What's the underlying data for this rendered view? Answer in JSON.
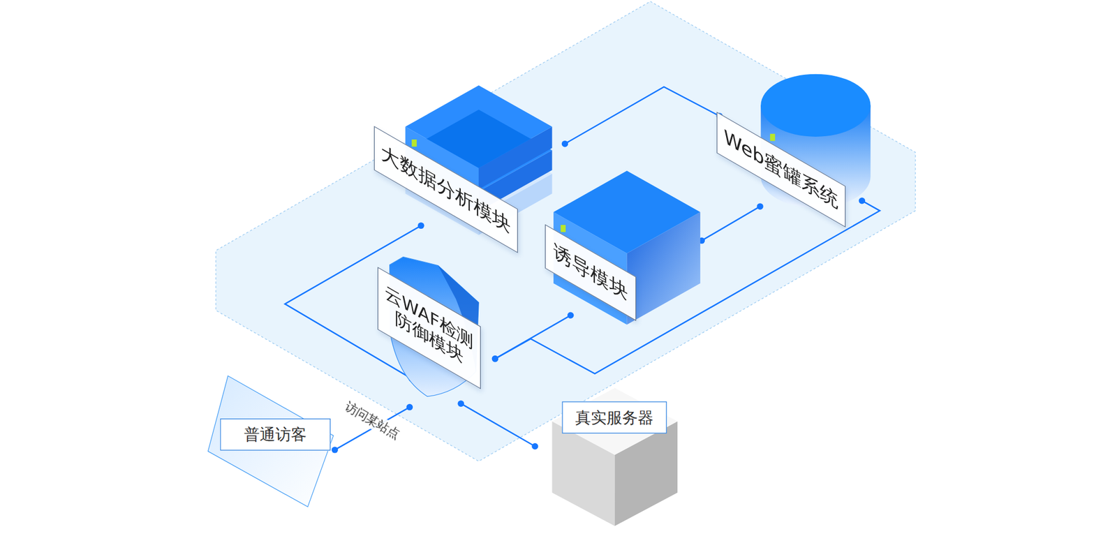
{
  "diagram": {
    "nodes": [
      {
        "text": [
          "大数据分析模块"
        ]
      },
      {
        "text": [
          "Web蜜罐系统"
        ]
      },
      {
        "text": [
          "诱导模块"
        ]
      },
      {
        "text": [
          "云WAF检测 防御模块"
        ]
      },
      {
        "text": [
          "普通访客"
        ]
      },
      {
        "text": [
          "真实服务器"
        ]
      }
    ],
    "edges": [
      {
        "from": 4,
        "to": 3,
        "label": "访问某站点",
        "arrow": "none"
      },
      {
        "from": 3,
        "to": 5,
        "arrow": "none"
      },
      {
        "from": 3,
        "to": 2,
        "arrow": "none"
      },
      {
        "from": 3,
        "to": 0,
        "arrow": "none"
      },
      {
        "from": 0,
        "to": 1,
        "arrow": "none"
      },
      {
        "from": 2,
        "to": 1,
        "arrow": "none"
      },
      {
        "from": 1,
        "to": 3,
        "arrow": "none"
      }
    ]
  }
}
